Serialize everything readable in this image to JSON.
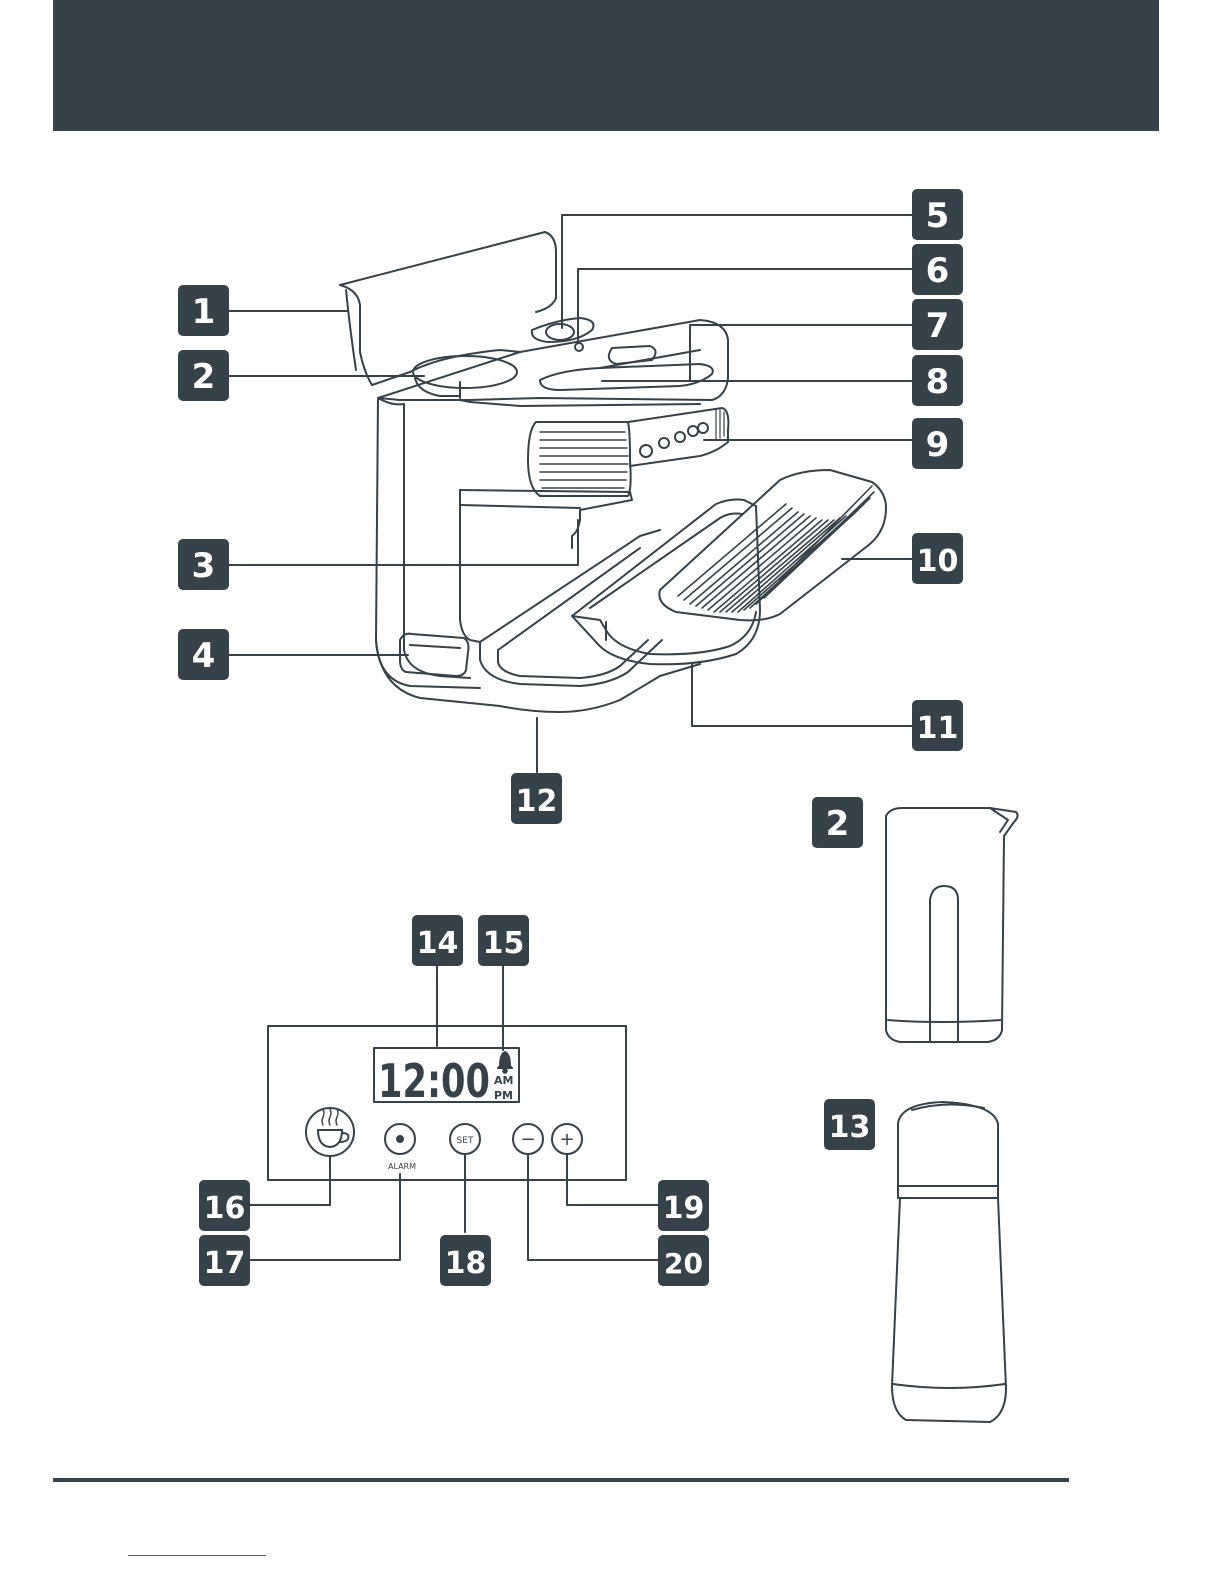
{
  "colors": {
    "header": "#35424a",
    "badge": "#35424a",
    "badge_text": "#ffffff",
    "line": "#35424a",
    "background": "#ffffff"
  },
  "callouts": {
    "c1": "1",
    "c2": "2",
    "c3": "3",
    "c4": "4",
    "c5": "5",
    "c6": "6",
    "c7": "7",
    "c8": "8",
    "c9": "9",
    "c10": "10",
    "c11": "11",
    "c12": "12",
    "c2b": "2",
    "c13": "13",
    "c14": "14",
    "c15": "15",
    "c16": "16",
    "c17": "17",
    "c18": "18",
    "c19": "19",
    "c20": "20"
  },
  "display": {
    "time": "12:00",
    "am": "AM",
    "pm": "PM"
  },
  "buttons": {
    "alarm_label": "ALARM",
    "set_label": "SET",
    "minus_label": "−",
    "plus_label": "+"
  }
}
